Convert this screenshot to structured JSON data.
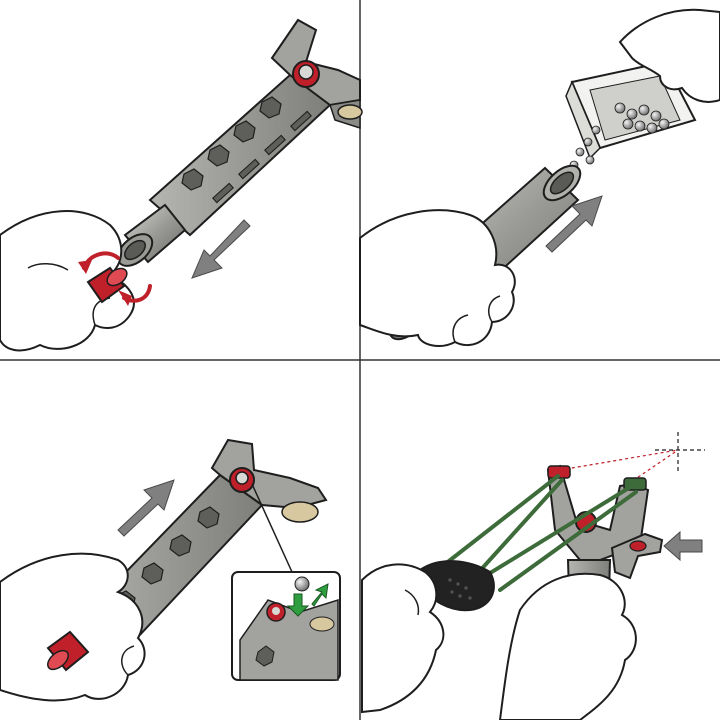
{
  "figure": {
    "panels": [
      {
        "id": 1,
        "step": "unscrew-end-cap"
      },
      {
        "id": 2,
        "step": "pour-steel-balls-into-tube"
      },
      {
        "id": 3,
        "step": "insert-tube-and-load-ball"
      },
      {
        "id": 4,
        "step": "aim-and-shoot"
      }
    ],
    "colors": {
      "metal": "#9a9a96",
      "metal_dark": "#6e6e6a",
      "metal_light": "#c4c4c0",
      "accent_red": "#c0202a",
      "band_green": "#3d6b3a",
      "ball_green": "#4f9a4f",
      "arrow_gray": "#808080",
      "arrow_green": "#2f9e3f",
      "skin": "#ffffff",
      "outline": "#1e1e1e",
      "pouch": "#222222"
    },
    "icons": [
      "hand-icon",
      "rotate-arrow-icon",
      "direction-arrow-icon",
      "ball-icon",
      "crosshair-icon"
    ]
  }
}
